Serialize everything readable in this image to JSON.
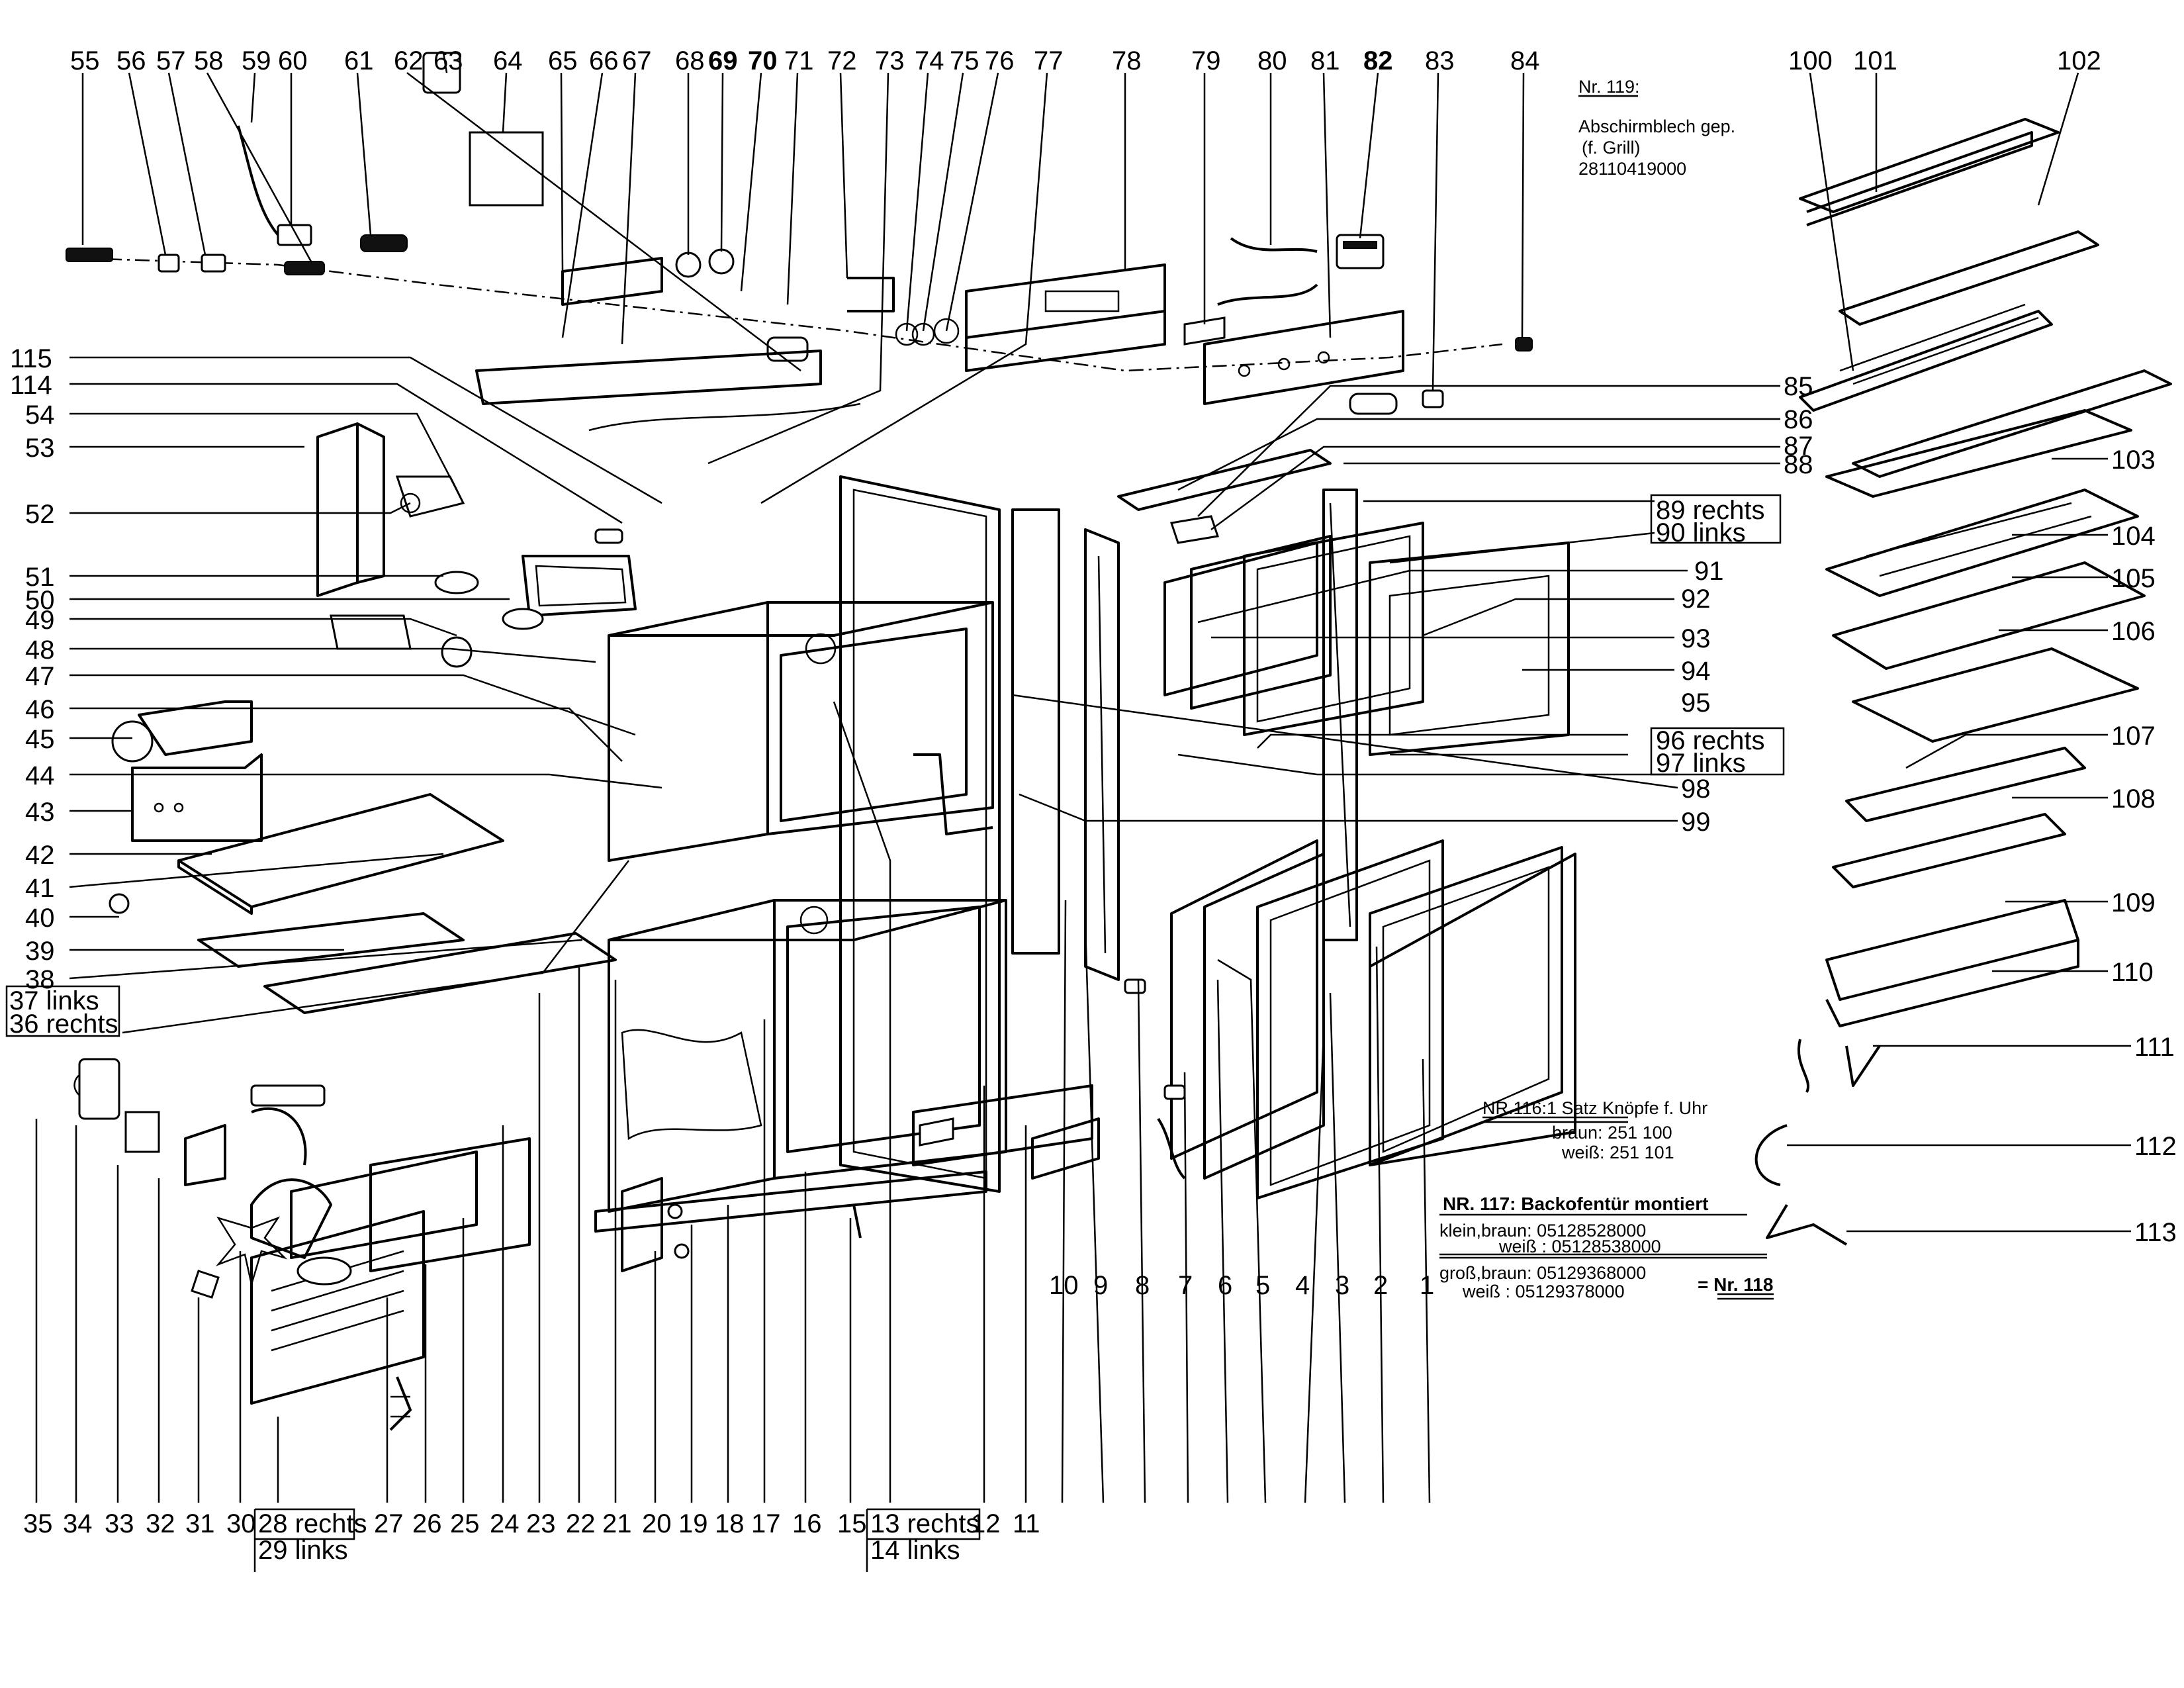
{
  "callouts_top": [
    "55",
    "56",
    "57",
    "58",
    "59",
    "60",
    "61",
    "62",
    "63",
    "64",
    "65",
    "66",
    "67",
    "68",
    "69",
    "70",
    "71",
    "72",
    "73",
    "74",
    "75",
    "76",
    "77",
    "78",
    "79",
    "80",
    "81",
    "82",
    "83",
    "84"
  ],
  "callouts_top_right": [
    "100",
    "101",
    "102"
  ],
  "callouts_left": [
    "115",
    "114",
    "54",
    "53",
    "52",
    "51",
    "50",
    "49",
    "48",
    "47",
    "46",
    "45",
    "44",
    "43",
    "42",
    "41",
    "40",
    "39",
    "38"
  ],
  "callouts_left_box": [
    "37 links",
    "36 rechts"
  ],
  "callouts_mid_right": [
    "85",
    "86",
    "87",
    "88",
    "91",
    "92",
    "93",
    "94",
    "95",
    "98",
    "99"
  ],
  "callouts_mid_right_box_1": [
    "89 rechts",
    "90 links"
  ],
  "callouts_mid_right_box_2": [
    "96 rechts",
    "97 links"
  ],
  "callouts_far_right": [
    "103",
    "104",
    "105",
    "106",
    "107",
    "108",
    "109",
    "110",
    "111",
    "112",
    "113"
  ],
  "callouts_bottom": [
    "35",
    "34",
    "33",
    "32",
    "31",
    "30",
    "27",
    "26",
    "25",
    "24",
    "23",
    "22",
    "21",
    "20",
    "19",
    "18",
    "17",
    "16",
    "15",
    "12",
    "11"
  ],
  "callouts_bottom_box_1": [
    "28 rechts",
    "29 links"
  ],
  "callouts_bottom_box_2": [
    "13 rechts",
    "14 links"
  ],
  "callouts_bottom_right": [
    "10",
    "9",
    "8",
    "7",
    "6",
    "5",
    "4",
    "3",
    "2",
    "1"
  ],
  "notes": {
    "n119_title": "Nr. 119:",
    "n119_l1": "Abschirmblech gep.",
    "n119_l2": "(f. Grill)",
    "n119_l3": "28110419000",
    "n116_title": "NR.116:1 Satz Knöpfe f. Uhr",
    "n116_l1": "braun: 251 100",
    "n116_l2": "weiß: 251 101",
    "n117_title": "NR. 117: Backofentür montiert",
    "n117_l1": "klein,braun: 05128528000",
    "n117_l2": "weiß : 05128538000",
    "n117_l3": "groß,braun: 05129368000",
    "n117_l4": "weiß : 05129378000",
    "n117_arrow": "= Nr. 118"
  }
}
